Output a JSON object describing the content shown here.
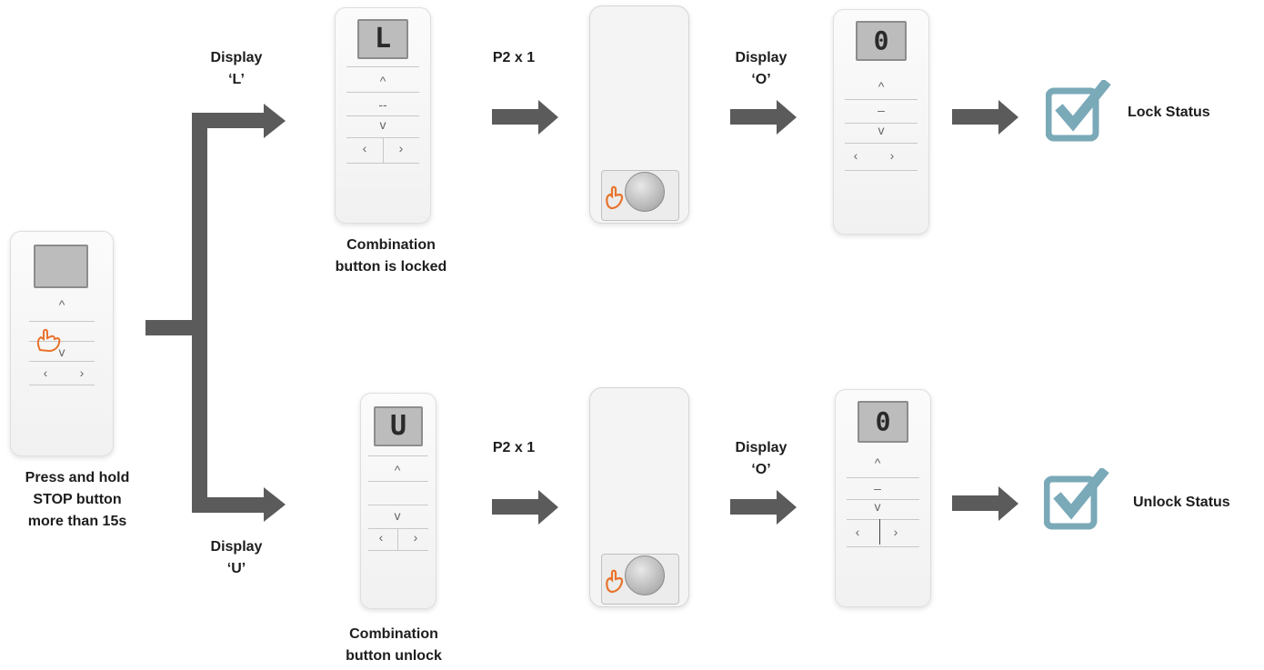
{
  "start": {
    "caption": [
      "Press and hold",
      "STOP button",
      "more than 15s"
    ]
  },
  "top": {
    "display_label": [
      "Display",
      "‘L’"
    ],
    "screen_char": "L",
    "remote_caption": [
      "Combination",
      "button is locked"
    ],
    "p2_label": "P2 x 1",
    "display2_label": [
      "Display",
      "‘O’"
    ],
    "screen2_char": "0",
    "status": "Lock Status"
  },
  "bottom": {
    "display_label": [
      "Display",
      "‘U’"
    ],
    "screen_char": "U",
    "remote_caption": [
      "Combination",
      "button unlock"
    ],
    "p2_label": "P2 x 1",
    "display2_label": [
      "Display",
      "‘O’"
    ],
    "screen2_char": "0",
    "status": "Unlock Status"
  },
  "icons": {
    "checkbox_color": "#7aa9b8",
    "arrow_color": "#5b5b5b",
    "hand_color": "#e8732c"
  }
}
